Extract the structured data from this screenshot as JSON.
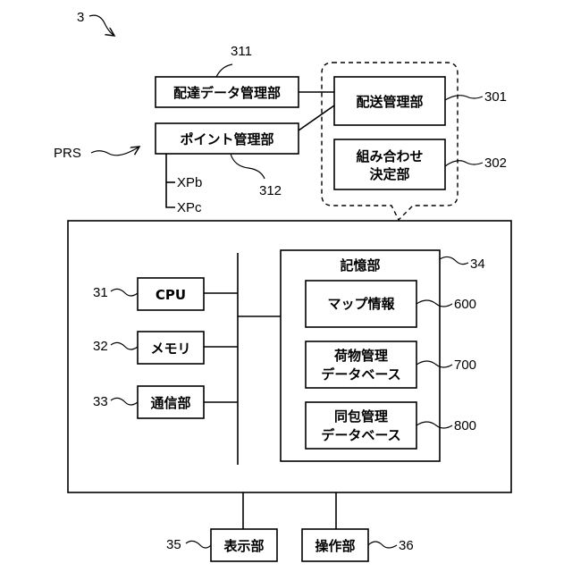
{
  "diagram": {
    "figure_ref": "3",
    "prs_label": "PRS",
    "boxes": {
      "delivery_data": "配達データ管理部",
      "point": "ポイント管理部",
      "shipping": "配送管理部",
      "combo_line1": "組み合わせ",
      "combo_line2": "決定部",
      "storage": "記憶部",
      "map_info": "マップ情報",
      "cargo_line1": "荷物管理",
      "cargo_line2": "データベース",
      "bundle_line1": "同包管理",
      "bundle_line2": "データベース",
      "cpu": "CPU",
      "memory": "メモリ",
      "comm": "通信部",
      "display": "表示部",
      "operation": "操作部"
    },
    "branches": {
      "xpb": "XPb",
      "xpc": "XPc"
    },
    "refs": {
      "delivery_data": "311",
      "point": "312",
      "shipping": "301",
      "combo": "302",
      "storage": "34",
      "map_info": "600",
      "cargo": "700",
      "bundle": "800",
      "cpu": "31",
      "memory": "32",
      "comm": "33",
      "display": "35",
      "operation": "36"
    }
  }
}
